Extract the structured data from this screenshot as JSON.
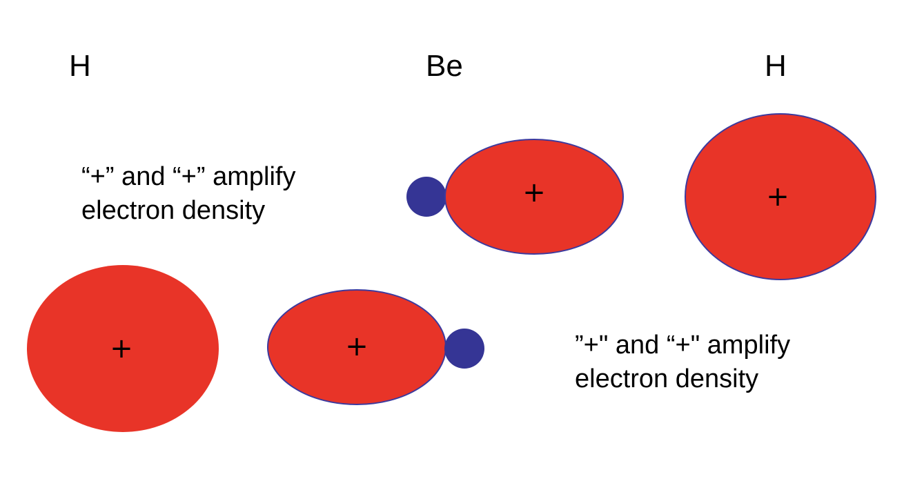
{
  "atoms": {
    "left": "H",
    "center": "Be",
    "right": "H"
  },
  "notes": {
    "upper_line1": "“+” and “+” amplify",
    "upper_line2": "electron density",
    "lower_line1": "”+\" and “+\" amplify",
    "lower_line2": "electron density"
  },
  "orbital_sign": "+",
  "colors": {
    "lobe_fill": "#e83428",
    "lobe_stroke": "#3c3a9e",
    "small_lobe_fill": "#353595",
    "background": "#ffffff"
  }
}
